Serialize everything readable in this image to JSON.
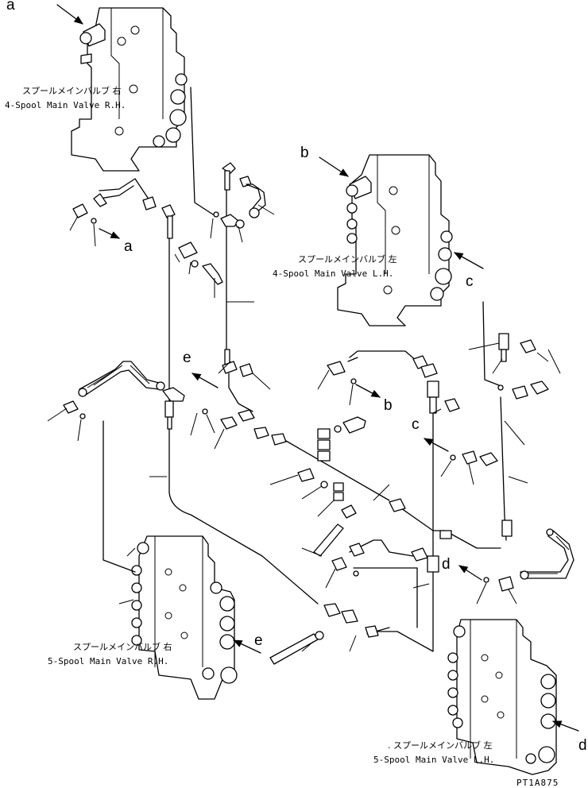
{
  "valves": [
    {
      "jp": "スプールメインバルブ 右",
      "en": "4-Spool Main Valve R.H."
    },
    {
      "jp": "スプールメインバルブ 左",
      "en": "4-Spool Main Valve L.H."
    },
    {
      "jp": "スプールメインバルブ 右",
      "en": "5-Spool Main Valve R.H."
    },
    {
      "jp": ". スプールメインバルブ 左",
      "en": "5-Spool Main Valve L.H."
    }
  ],
  "callouts": {
    "a": "a",
    "b": "b",
    "c": "c",
    "d": "d",
    "e": "e"
  },
  "drawing_code": "PT1A875"
}
